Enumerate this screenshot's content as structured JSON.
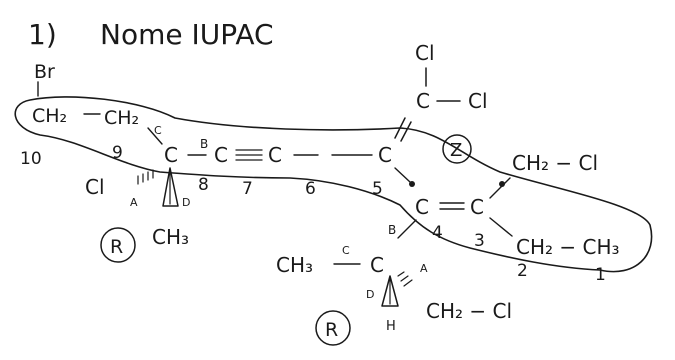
{
  "title": {
    "num": "1)",
    "text": "Nome IUPAC"
  },
  "labels": {
    "br": "Br",
    "cl_top": "Cl",
    "c_top": "C",
    "cl_right1": "Cl",
    "ch2_1": "CH₂",
    "ch2_2": "CH₂",
    "c8": "C",
    "c7": "C",
    "c6": "C",
    "c5": "C",
    "c4": "C",
    "c3": "C",
    "cl_left": "Cl",
    "ch3_left": "CH₃",
    "z": "Z",
    "ch2cl_right": "CH₂ − Cl",
    "ch2ch3": "CH₂ − CH₃",
    "ch3_bottom": "CH₃",
    "c_bottom": "C",
    "ch2cl_bottom": "CH₂ − Cl",
    "h_bottom": "H",
    "r_left": "R",
    "r_bottom": "R"
  },
  "numbers": {
    "n10": "10",
    "n9": "9",
    "n8": "8",
    "n7": "7",
    "n6": "6",
    "n5": "5",
    "n4": "4",
    "n3": "3",
    "n2": "2",
    "n1": "1"
  },
  "priorities": {
    "a_left": "A",
    "b_left": "B",
    "c_left": "C",
    "d_left": "D",
    "b_bottom": "B",
    "c_bottom": "C",
    "a_bottom": "A",
    "d_bottom": "D"
  }
}
